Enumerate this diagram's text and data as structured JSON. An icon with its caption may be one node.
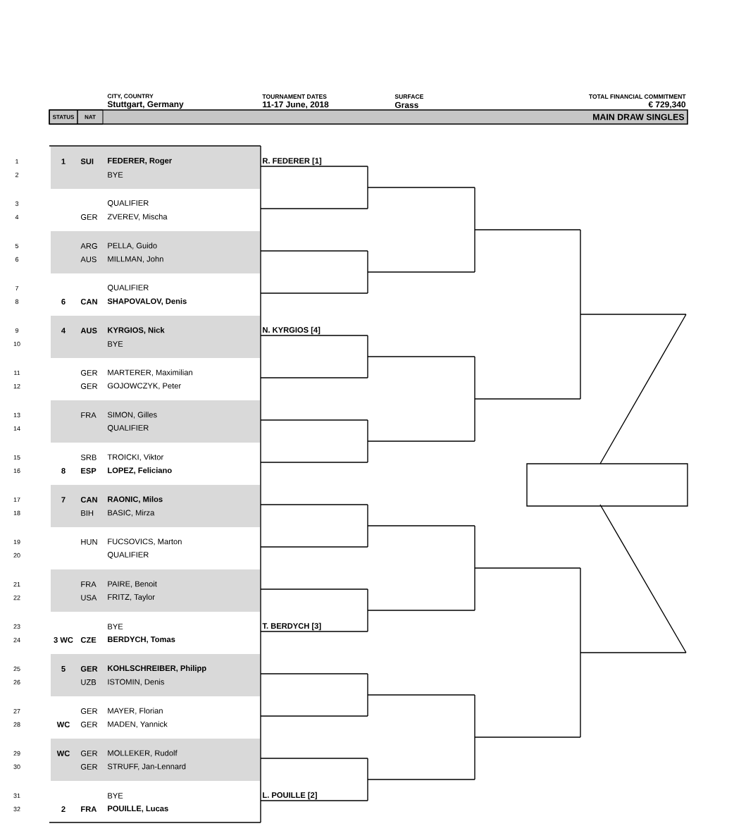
{
  "diagram": {
    "labels": [
      "CITY, COUNTRY",
      "TOURNAMENT DATES",
      "SURFACE",
      "TOTAL FINANCIAL COMMITMENT",
      "Stuttgart, Germany",
      "11-17 June, 2018",
      "Grass",
      "€ 729,340",
      "STATUS",
      "NAT",
      "MAIN DRAW SINGLES",
      "1",
      "1",
      "SUI",
      "FEDERER, Roger",
      "R. FEDERER [1]",
      "2",
      "BYE",
      "3",
      "QUALIFIER",
      "4",
      "GER",
      "ZVEREV, Mischa",
      "5",
      "ARG",
      "PELLA, Guido",
      "6",
      "AUS",
      "MILLMAN, John",
      "7",
      "QUALIFIER",
      "8",
      "6",
      "CAN",
      "SHAPOVALOV, Denis",
      "9",
      "4",
      "AUS",
      "KYRGIOS, Nick",
      "N. KYRGIOS [4]",
      "10",
      "BYE",
      "11",
      "GER",
      "MARTERER, Maximilian",
      "12",
      "GER",
      "GOJOWCZYK, Peter",
      "13",
      "FRA",
      "SIMON, Gilles",
      "14",
      "QUALIFIER",
      "15",
      "SRB",
      "TROICKI, Viktor",
      "16",
      "8",
      "ESP",
      "LOPEZ, Feliciano",
      "17",
      "7",
      "CAN",
      "RAONIC, Milos",
      "18",
      "BIH",
      "BASIC, Mirza",
      "19",
      "HUN",
      "FUCSOVICS, Marton",
      "20",
      "QUALIFIER",
      "21",
      "FRA",
      "PAIRE, Benoit",
      "22",
      "USA",
      "FRITZ, Taylor",
      "23",
      "BYE",
      "T. BERDYCH [3]",
      "24",
      "3 WC",
      "CZE",
      "BERDYCH, Tomas",
      "25",
      "5",
      "GER",
      "KOHLSCHREIBER, Philipp",
      "26",
      "UZB",
      "ISTOMIN, Denis",
      "27",
      "GER",
      "MAYER, Florian",
      "28",
      "WC",
      "GER",
      "MADEN, Yannick",
      "29",
      "WC",
      "GER",
      "MOLLEKER, Rudolf",
      "30",
      "GER",
      "STRUFF, Jan-Lennard",
      "31",
      "BYE",
      "L. POUILLE [2]",
      "32",
      "2",
      "FRA",
      "POUILLE, Lucas"
    ]
  }
}
